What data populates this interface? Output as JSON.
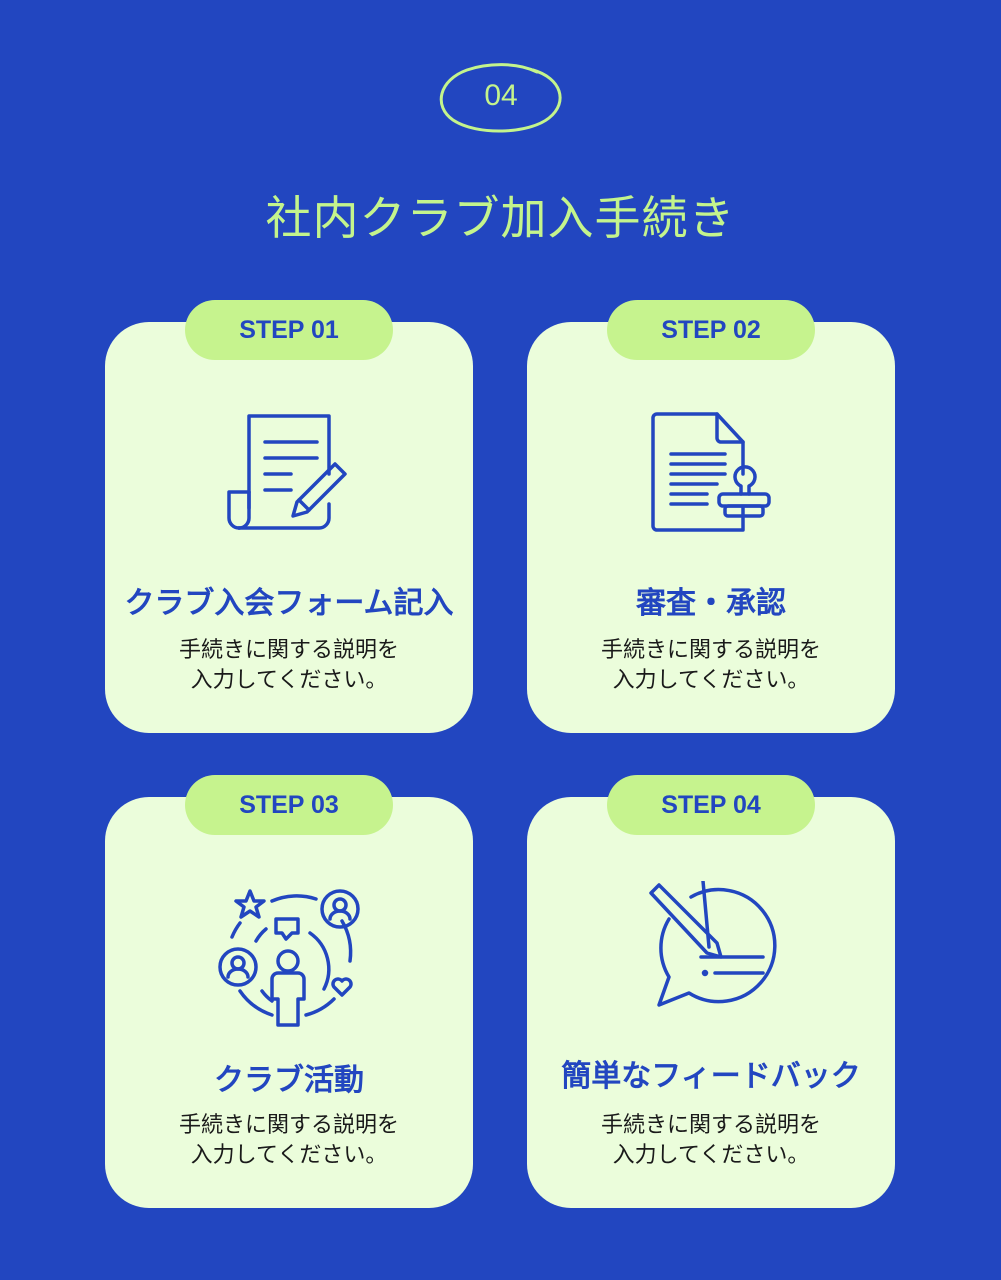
{
  "header": {
    "section_number": "04",
    "title": "社内クラブ加入手続き"
  },
  "colors": {
    "background": "#2246c0",
    "accent_green": "#c4f48c",
    "card_background": "#ebfddb",
    "pill_background": "#c6f38e",
    "icon_blue": "#2246c0"
  },
  "steps": [
    {
      "label": "STEP 01",
      "icon": "document-pencil-icon",
      "title": "クラブ入会フォーム記入",
      "description": "手続きに関する説明を\n入力してください。"
    },
    {
      "label": "STEP 02",
      "icon": "document-stamp-icon",
      "title": "審査・承認",
      "description": "手続きに関する説明を\n入力してください。"
    },
    {
      "label": "STEP 03",
      "icon": "community-people-icon",
      "title": "クラブ活動",
      "description": "手続きに関する説明を\n入力してください。"
    },
    {
      "label": "STEP 04",
      "icon": "feedback-chat-pencil-icon",
      "title": "簡単なフィードバック",
      "description": "手続きに関する説明を\n入力してください。"
    }
  ]
}
